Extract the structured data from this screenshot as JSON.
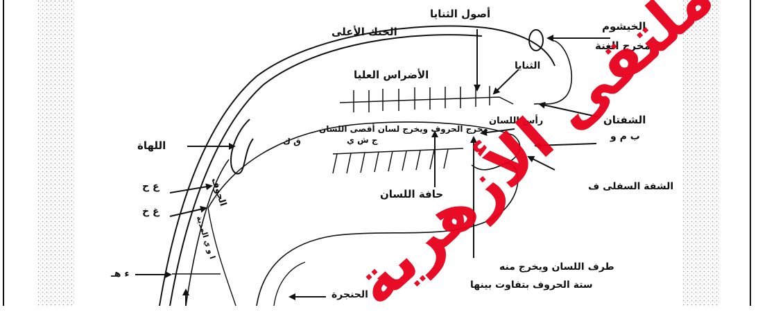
{
  "labels": {
    "khayshum": "الخيشوم",
    "ghunna": "مخرج الغنة",
    "usul_thanaya": "أصول الثنايا",
    "hanak_aala": "الحنك الأعلى",
    "thanaya": "الثنايا",
    "adras_ulya": "الأضراس العليا",
    "shafatan": "الشفتان",
    "shafatan_letters": "ب م و",
    "ras_lisan": "رأس اللسان",
    "makhraj_note": "مخرج الحروف ويخرج لسان أقصى اللسان",
    "q_k": "ق ك",
    "j_sh_y": "ج ش ي",
    "lahat": "اللهاة",
    "hafat": "حافة اللسان",
    "shafa_sufla": "الشفة السفلى ف",
    "ayn_ha": "ع ح",
    "ghayn_kha": "غ خ",
    "jawf": "الجوف",
    "hamza_ha": "ء هـ",
    "vocal": "ا و ي المدية",
    "tarf_line1": "طرف اللسان ويخرج منه",
    "tarf_line2": "ستة الحروف بتفاوت بينها",
    "hanjara": "الحنجرة"
  },
  "watermark": {
    "text": "ملتقى الأزهرية",
    "color": "#e8001c"
  }
}
